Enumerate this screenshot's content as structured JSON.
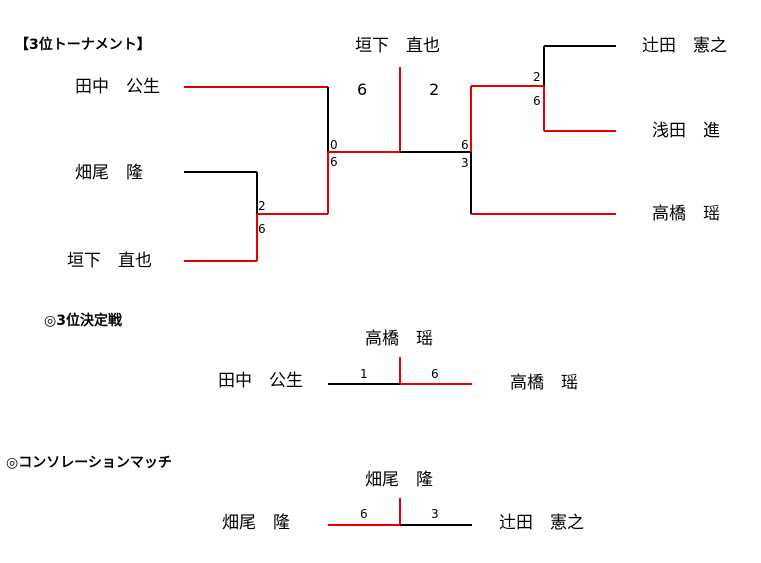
{
  "colors": {
    "winner": "#e60000",
    "loser": "#000000",
    "background": "#ffffff"
  },
  "sections": {
    "tournament": "【3位トーナメント】",
    "third_place": "◎3位決定戦",
    "consolation": "◎コンソレーションマッチ"
  },
  "tournament": {
    "champion": "垣下　直也",
    "final_scores": [
      "6",
      "2"
    ],
    "left": {
      "top": "田中　公生",
      "mid": "畑尾　隆",
      "bot": "垣下　直也",
      "semi_scores": [
        "0",
        "6"
      ],
      "qf_scores": [
        "2",
        "6"
      ]
    },
    "right": {
      "top": "辻田　憲之",
      "mid": "浅田　進",
      "bot": "高橋　瑶",
      "qf_scores": [
        "2",
        "6"
      ],
      "semi_scores": [
        "6",
        "3"
      ]
    }
  },
  "third_place": {
    "winner": "高橋　瑶",
    "left": "田中　公生",
    "right": "高橋　瑶",
    "scores": [
      "1",
      "6"
    ]
  },
  "consolation": {
    "winner": "畑尾　隆",
    "left": "畑尾　隆",
    "right": "辻田　憲之",
    "scores": [
      "6",
      "3"
    ]
  }
}
